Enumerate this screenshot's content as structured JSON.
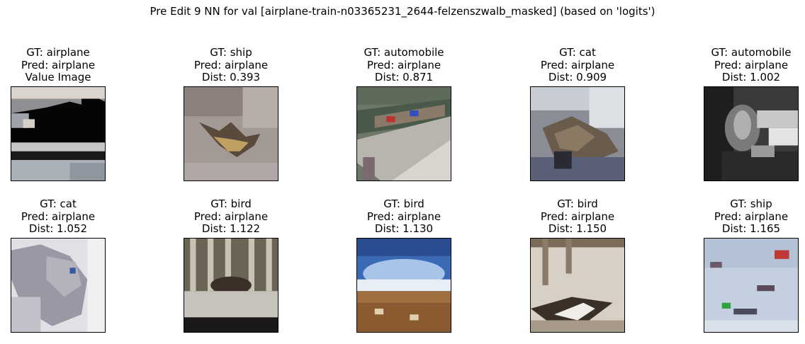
{
  "figure": {
    "title": "Pre Edit 9 NN for val [airplane-train-n03365231_2644-felzenszwalb_masked] (based on 'logits')"
  },
  "panels": [
    {
      "gt": "GT: airplane",
      "pred": "Pred: airplane",
      "note": "Value Image"
    },
    {
      "gt": "GT: ship",
      "pred": "Pred: airplane",
      "note": "Dist: 0.393"
    },
    {
      "gt": "GT: automobile",
      "pred": "Pred: airplane",
      "note": "Dist: 0.871"
    },
    {
      "gt": "GT: cat",
      "pred": "Pred: airplane",
      "note": "Dist: 0.909"
    },
    {
      "gt": "GT: automobile",
      "pred": "Pred: airplane",
      "note": "Dist: 1.002"
    },
    {
      "gt": "GT: cat",
      "pred": "Pred: airplane",
      "note": "Dist: 1.052"
    },
    {
      "gt": "GT: bird",
      "pred": "Pred: airplane",
      "note": "Dist: 1.122"
    },
    {
      "gt": "GT: bird",
      "pred": "Pred: airplane",
      "note": "Dist: 1.130"
    },
    {
      "gt": "GT: bird",
      "pred": "Pred: airplane",
      "note": "Dist: 1.150"
    },
    {
      "gt": "GT: ship",
      "pred": "Pred: airplane",
      "note": "Dist: 1.165"
    }
  ]
}
